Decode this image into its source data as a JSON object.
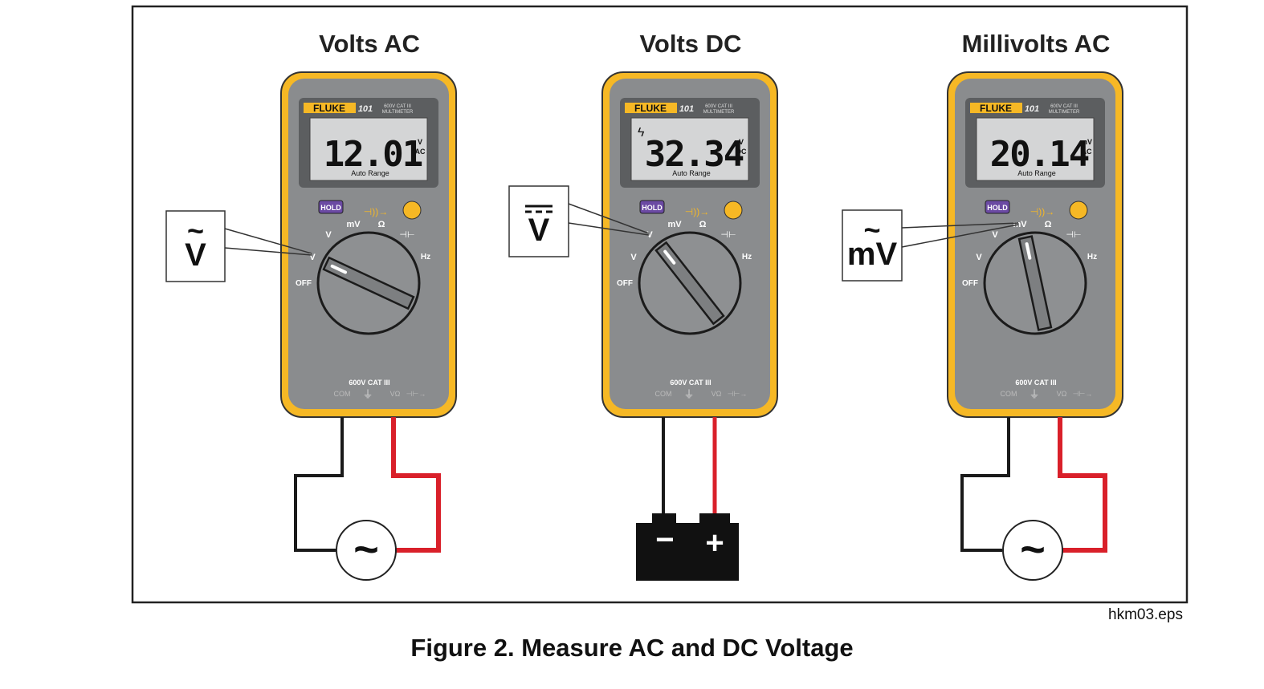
{
  "colors": {
    "case_yellow": "#f6b825",
    "case_gray": "#8a8c8e",
    "lcd_bg": "#d4d5d6",
    "lead_black": "#1a1a1a",
    "lead_red": "#d9202a",
    "hold_purple": "#6b4aa3",
    "button_yellow": "#f6b825"
  },
  "panels": [
    {
      "title": "Volts AC",
      "brand": "FLUKE",
      "model": "101",
      "cat_line1": "600V CAT III",
      "cat_line2": "MULTIMETER",
      "reading": "12.01",
      "unit_top": "V",
      "unit_bottom": "AC",
      "auto_range": "Auto Range",
      "symbol_main": "V",
      "symbol_prefix": "",
      "symbol_mark": "~",
      "source": "ac"
    },
    {
      "title": "Volts DC",
      "brand": "FLUKE",
      "model": "101",
      "cat_line1": "600V CAT III",
      "cat_line2": "MULTIMETER",
      "reading": "32.34",
      "unit_top": "V",
      "unit_bottom": "DC",
      "auto_range": "Auto Range",
      "symbol_main": "V",
      "symbol_prefix": "",
      "symbol_mark": "dc",
      "source": "battery"
    },
    {
      "title": "Millivolts AC",
      "brand": "FLUKE",
      "model": "101",
      "cat_line1": "600V CAT III",
      "cat_line2": "MULTIMETER",
      "reading": "20.14",
      "unit_top": "mV",
      "unit_bottom": "AC",
      "auto_range": "Auto Range",
      "symbol_main": "mV",
      "symbol_prefix": "",
      "symbol_mark": "~",
      "source": "ac"
    }
  ],
  "meter_labels": {
    "hold": "HOLD",
    "mv": "mV",
    "ohm": "Ω",
    "hz": "Hz",
    "off": "OFF",
    "v_ac": "V",
    "v_dc": "V",
    "cat_bottom": "600V CAT III",
    "com": "COM",
    "v_terminal": "VΩ"
  },
  "battery": {
    "minus": "−",
    "plus": "+"
  },
  "ac_source_symbol": "~",
  "file_label": "hkm03.eps",
  "caption": "Figure 2. Measure AC and DC Voltage"
}
